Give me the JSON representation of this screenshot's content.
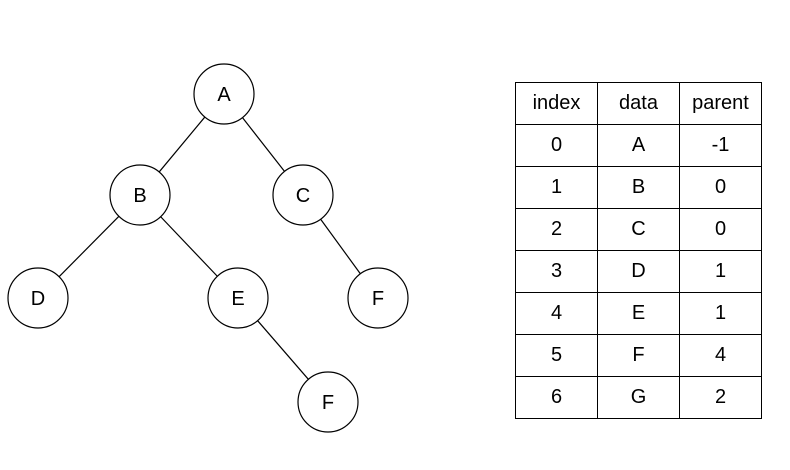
{
  "tree": {
    "nodes": [
      {
        "id": "A",
        "label": "A"
      },
      {
        "id": "B",
        "label": "B"
      },
      {
        "id": "C",
        "label": "C"
      },
      {
        "id": "D",
        "label": "D"
      },
      {
        "id": "E",
        "label": "E"
      },
      {
        "id": "F1",
        "label": "F"
      },
      {
        "id": "F2",
        "label": "F"
      }
    ],
    "edges": [
      [
        "A",
        "B"
      ],
      [
        "A",
        "C"
      ],
      [
        "B",
        "D"
      ],
      [
        "B",
        "E"
      ],
      [
        "C",
        "F1"
      ],
      [
        "E",
        "F2"
      ]
    ]
  },
  "table": {
    "headers": [
      "index",
      "data",
      "parent"
    ],
    "rows": [
      [
        "0",
        "A",
        "-1"
      ],
      [
        "1",
        "B",
        "0"
      ],
      [
        "2",
        "C",
        "0"
      ],
      [
        "3",
        "D",
        "1"
      ],
      [
        "4",
        "E",
        "1"
      ],
      [
        "5",
        "F",
        "4"
      ],
      [
        "6",
        "G",
        "2"
      ]
    ]
  }
}
